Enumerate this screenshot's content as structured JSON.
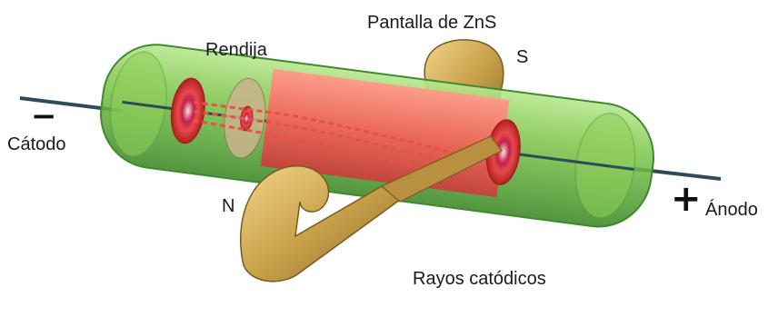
{
  "labels": {
    "screen": "Pantalla de ZnS",
    "slit": "Rendija",
    "south_pole": "S",
    "cathode_sign": "−",
    "cathode": "Cátodo",
    "north_pole": "N",
    "anode_sign": "+",
    "anode": "Ánodo",
    "rays": "Rayos catódicos"
  },
  "colors": {
    "glass": "#7fc64a",
    "glass_dark": "#3f8a2a",
    "screen": "#f0645a",
    "magnet": "#c9a24a",
    "wire": "#2f4a5a"
  }
}
